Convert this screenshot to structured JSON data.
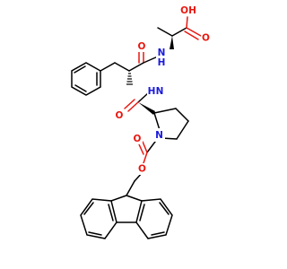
{
  "atoms": {
    "o_acid_top": {
      "text": "OH",
      "color": "#e8170f"
    },
    "o_acid_dbl": {
      "text": "O",
      "color": "#e8170f"
    },
    "n_ala": {
      "text": "N",
      "color": "#1a1adc"
    },
    "h_ala": {
      "text": "H",
      "color": "#1a1adc"
    },
    "o_phe": {
      "text": "O",
      "color": "#e8170f"
    },
    "n_phe": {
      "text": "N",
      "color": "#1a1adc"
    },
    "h_phe": {
      "text": "H",
      "color": "#1a1adc"
    },
    "o_pro": {
      "text": "O",
      "color": "#e8170f"
    },
    "n_pro": {
      "text": "N",
      "color": "#1a1adc"
    },
    "o_carb_dbl": {
      "text": "O",
      "color": "#e8170f"
    },
    "o_carb_ester": {
      "text": "O",
      "color": "#e8170f"
    }
  },
  "colors": {
    "bond": "#000000",
    "oxygen": "#e8170f",
    "nitrogen": "#1a1adc"
  }
}
